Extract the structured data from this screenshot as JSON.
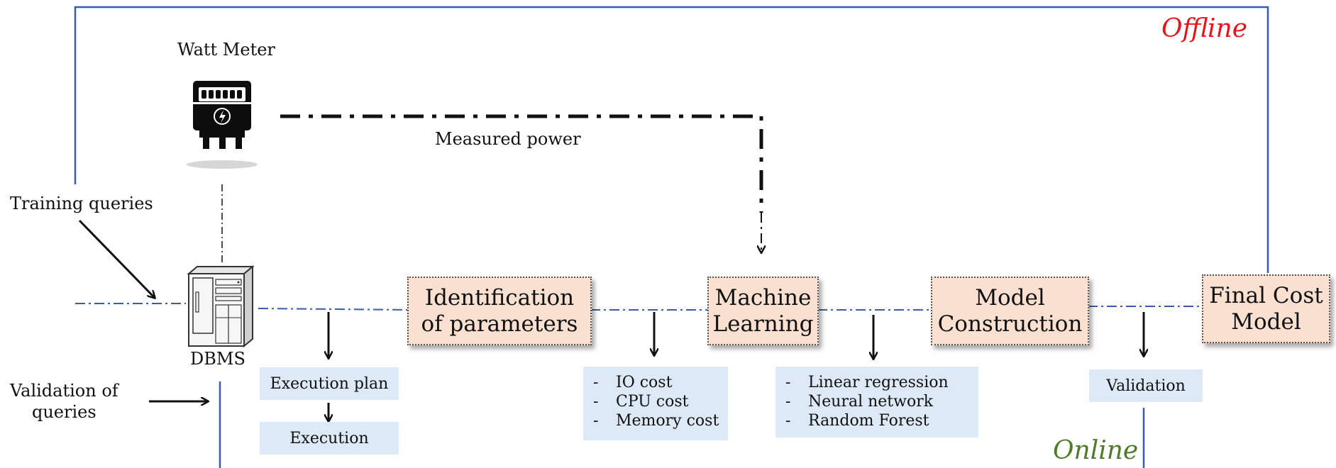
{
  "labels": {
    "offline": "Offline",
    "online": "Online",
    "watt_meter": "Watt Meter",
    "measured_power": "Measured power",
    "training_queries": "Training queries",
    "validation_of_queries_line1": "Validation of",
    "validation_of_queries_line2": "queries",
    "dbms": "DBMS"
  },
  "meter_digits": "000000",
  "stages": [
    {
      "line1": "Identification",
      "line2": "of parameters"
    },
    {
      "line1": "Machine",
      "line2": "Learning"
    },
    {
      "line1": "Model",
      "line2": "Construction"
    },
    {
      "line1": "Final Cost",
      "line2": "Model"
    }
  ],
  "outputs": {
    "execution_plan": "Execution plan",
    "execution": "Execution",
    "costs": [
      "IO cost",
      "CPU cost",
      "Memory cost"
    ],
    "methods": [
      "Linear regression",
      "Neural network",
      "Random Forest"
    ],
    "validation": "Validation"
  },
  "list_marker": "-",
  "colors": {
    "offline_text": "#e8141b",
    "online_text": "#4f7a2a",
    "border_line": "#3a5bb0",
    "stage_fill": "#f9e0d1",
    "output_fill": "#dde9f6"
  },
  "icons": {
    "meter": "watt-meter-icon",
    "server": "server-tower-icon"
  }
}
